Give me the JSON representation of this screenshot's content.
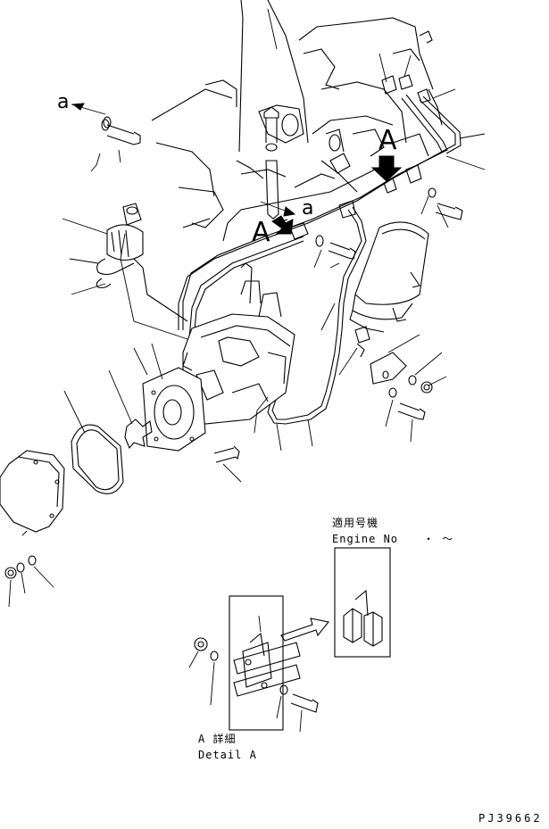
{
  "callouts": {
    "section_marker_top": "A",
    "section_marker_mid": "A",
    "view_marker_left": "a",
    "view_marker_mid": "a"
  },
  "engine_box": {
    "heading_jp": "適用号機",
    "heading_en": "Engine No",
    "serial_range": "・ ～"
  },
  "detail": {
    "title_jp": "A 詳細",
    "title_en": "Detail A"
  },
  "drawing_code": "PJ39662"
}
